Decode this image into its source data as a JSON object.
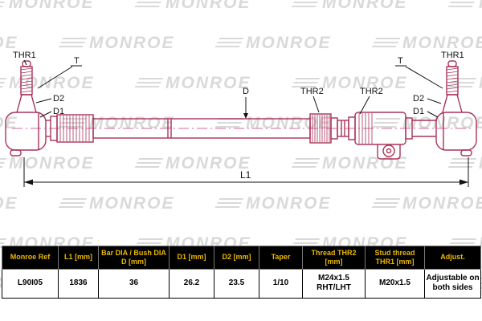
{
  "watermark": {
    "text": "MONROE"
  },
  "diagram": {
    "labels": {
      "thr1": "THR1",
      "t": "T",
      "d1": "D1",
      "d2": "D2",
      "d": "D",
      "thr2": "THR2",
      "l1": "L1"
    },
    "part_color": "#a93358",
    "centerline_color": "#d4699c",
    "dimension_color": "#111111"
  },
  "table": {
    "header_bg": "#000000",
    "header_text_color": "#edb900",
    "headers": [
      "Monroe Ref",
      "L1 [mm]",
      "Bar DIA / Bush DIA D [mm]",
      "D1 [mm]",
      "D2 [mm]",
      "Taper",
      "Thread THR2 [mm]",
      "Stud thread THR1 [mm]",
      "Adjust."
    ],
    "row": [
      "L90I05",
      "1836",
      "36",
      "26.2",
      "23.5",
      "1/10",
      "M24x1.5 RHT/LHT",
      "M20x1.5",
      "Adjustable on both sides"
    ]
  }
}
